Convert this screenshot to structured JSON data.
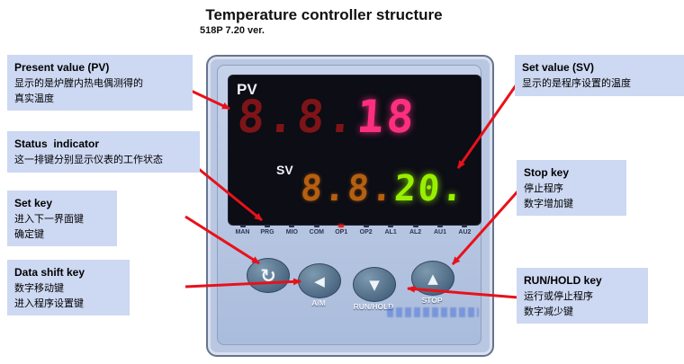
{
  "header": {
    "title": "Temperature controller structure",
    "subtitle": "518P 7.20 ver."
  },
  "device": {
    "pv": {
      "label": "PV",
      "dim_digits": "8.8.",
      "bright_digits": "18"
    },
    "sv": {
      "label": "SV",
      "dim_digits": "8.8.",
      "bright_digits": "20."
    },
    "status_leds": [
      "MAN",
      "PRG",
      "MIO",
      "COM",
      "OP1",
      "OP2",
      "AL1",
      "AL2",
      "AU1",
      "AU2"
    ],
    "lit_led": "OP1",
    "buttons": [
      {
        "name": "set",
        "icon": "loop-arrow-icon",
        "glyph": "↻",
        "label": ""
      },
      {
        "name": "am",
        "icon": "left-triangle-icon",
        "glyph": "◀",
        "label": "A/M"
      },
      {
        "name": "run-hold",
        "icon": "down-triangle-icon",
        "glyph": "▼",
        "label": "RUN/HOLD"
      },
      {
        "name": "stop",
        "icon": "up-triangle-icon",
        "glyph": "▲",
        "label": "STOP"
      }
    ]
  },
  "callouts": {
    "present_value": {
      "title": "Present value (PV)",
      "lines": [
        "显示的是炉膛内热电偶测得的",
        "真实温度"
      ]
    },
    "status_indicator": {
      "title": "Status  indicator",
      "lines": [
        "这一排键分别显示仪表的工作状态"
      ]
    },
    "set_key": {
      "title": "Set key",
      "lines": [
        "进入下一界面键",
        "确定键"
      ]
    },
    "data_shift_key": {
      "title": "Data shift key",
      "lines": [
        "数字移动键",
        "进入程序设置键"
      ]
    },
    "set_value": {
      "title": "Set value (SV)",
      "lines": [
        "显示的是程序设置的温度"
      ]
    },
    "stop_key": {
      "title": "Stop key",
      "lines": [
        "停止程序",
        "数字增加键"
      ]
    },
    "run_hold_key": {
      "title": "RUN/HOLD key",
      "lines": [
        "运行或停止程序",
        "数字减少键"
      ]
    }
  },
  "colors": {
    "arrow": "#e8111a",
    "callout_bg": "#cdd8f2",
    "device_body": "#b9c7e2",
    "display_bg": "#0c0d15",
    "pv_dim": "#7e1417",
    "pv_bright": "#ff2f80",
    "sv_dim": "#b55f10",
    "sv_bright": "#97f000",
    "button_bg": "#4a6580",
    "lit_led_color": "#e82020"
  }
}
